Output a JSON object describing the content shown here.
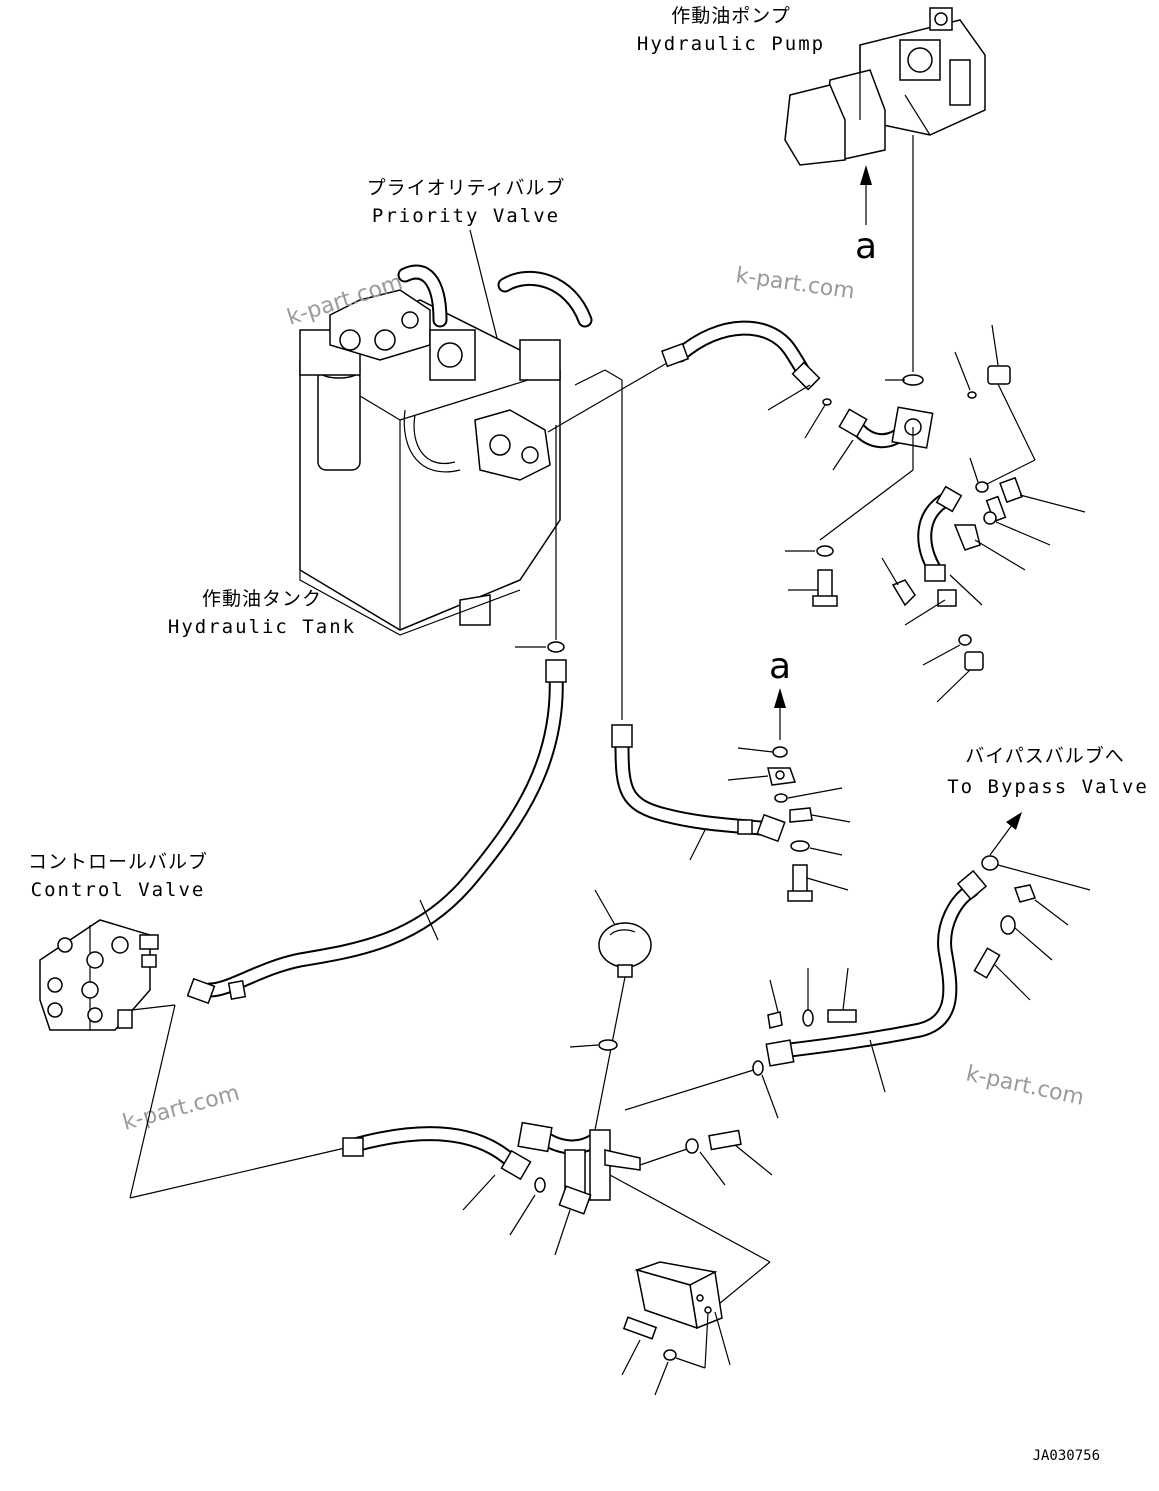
{
  "labels": {
    "pump_jp": "作動油ポンプ",
    "pump_en": "Hydraulic Pump",
    "priority_jp": "プライオリティバルブ",
    "priority_en": "Priority Valve",
    "tank_jp": "作動油タンク",
    "tank_en": "Hydraulic Tank",
    "control_jp": "コントロールバルブ",
    "control_en": "Control Valve",
    "bypass_jp": "バイパスバルブへ",
    "bypass_en": "To Bypass Valve"
  },
  "refs": {
    "a_top": "a",
    "a_mid": "a"
  },
  "watermarks": [
    "k-part.com",
    "k-part.com",
    "k-part.com",
    "k-part.com"
  ],
  "drawing_code": "JA030756"
}
